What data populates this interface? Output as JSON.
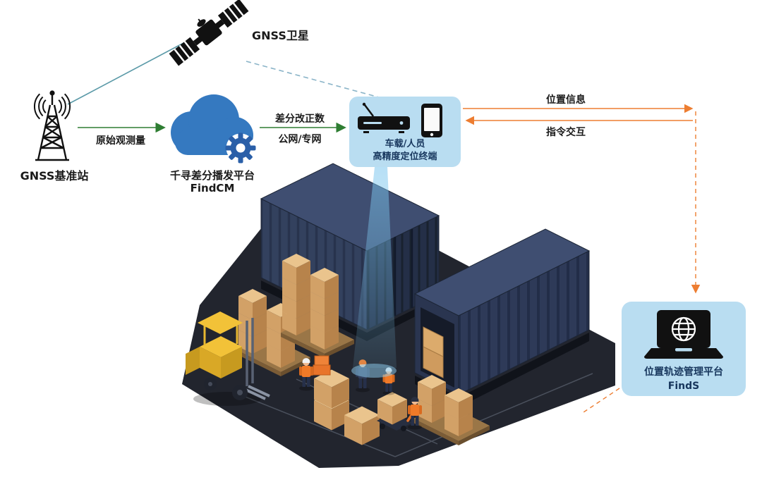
{
  "diagram": {
    "satellite_label": "GNSS卫星",
    "base_station_label": "GNSS基准站",
    "cloud_platform": {
      "name": "千寻差分播发平台",
      "product": "FindCM"
    },
    "flows": {
      "raw_observation": "原始观测量",
      "correction_line1": "差分改正数",
      "correction_line2": "公网/专网",
      "position_info": "位置信息",
      "command_interaction": "指令交互"
    },
    "terminal": {
      "line1": "车载/人员",
      "line2": "高精度定位终端"
    },
    "management_platform": {
      "name": "位置轨迹管理平台",
      "product": "FindS"
    }
  },
  "icons": {
    "satellite": "satellite-icon",
    "base_station": "radio-tower-icon",
    "cloud": "cloud-gear-icon",
    "terminal": "receiver-icon, smartphone-icon",
    "management_platform": "laptop-globe-icon"
  },
  "colors": {
    "flow_green": "#2e7d32",
    "flow_orange": "#ed7d31",
    "satellite_link_teal": "#5b9aa8",
    "satellite_link_dashed": "#8ab4c8",
    "panel_background": "#b9ddf1",
    "panel_text": "#17365d",
    "cloud_blue": "#3579c0",
    "ground_dark": "#22252e",
    "container_navy": "#33415e",
    "box_tan": "#d2a167",
    "forklift_yellow": "#e8b830",
    "beam_blue": "#7cc6ee"
  }
}
